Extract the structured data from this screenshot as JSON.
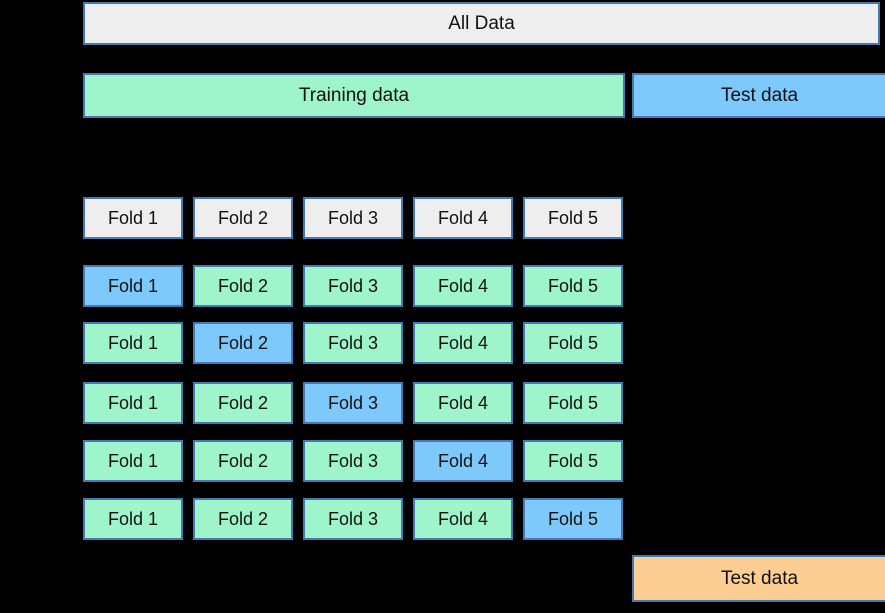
{
  "colors": {
    "background": "#000000",
    "box_border": "#4579B2",
    "neutral_fill": "#EEEEEE",
    "training_fill": "#9FF5CB",
    "validation_fill": "#7EC9FC",
    "test_fill": "#7EC9FC",
    "final_test_fill": "#FDCE94",
    "text": "#111111"
  },
  "all_data": {
    "label": "All Data"
  },
  "train_test_split": {
    "training_label": "Training data",
    "test_label": "Test data"
  },
  "fold_grid": {
    "header_row": [
      "Fold 1",
      "Fold 2",
      "Fold 3",
      "Fold 4",
      "Fold 5"
    ],
    "cv_rows": [
      {
        "cells": [
          "Fold 1",
          "Fold 2",
          "Fold 3",
          "Fold 4",
          "Fold 5"
        ],
        "validation_index": 0
      },
      {
        "cells": [
          "Fold 1",
          "Fold 2",
          "Fold 3",
          "Fold 4",
          "Fold 5"
        ],
        "validation_index": 1
      },
      {
        "cells": [
          "Fold 1",
          "Fold 2",
          "Fold 3",
          "Fold 4",
          "Fold 5"
        ],
        "validation_index": 2
      },
      {
        "cells": [
          "Fold 1",
          "Fold 2",
          "Fold 3",
          "Fold 4",
          "Fold 5"
        ],
        "validation_index": 3
      },
      {
        "cells": [
          "Fold 1",
          "Fold 2",
          "Fold 3",
          "Fold 4",
          "Fold 5"
        ],
        "validation_index": 4
      }
    ]
  },
  "final_test": {
    "label": "Test data"
  }
}
